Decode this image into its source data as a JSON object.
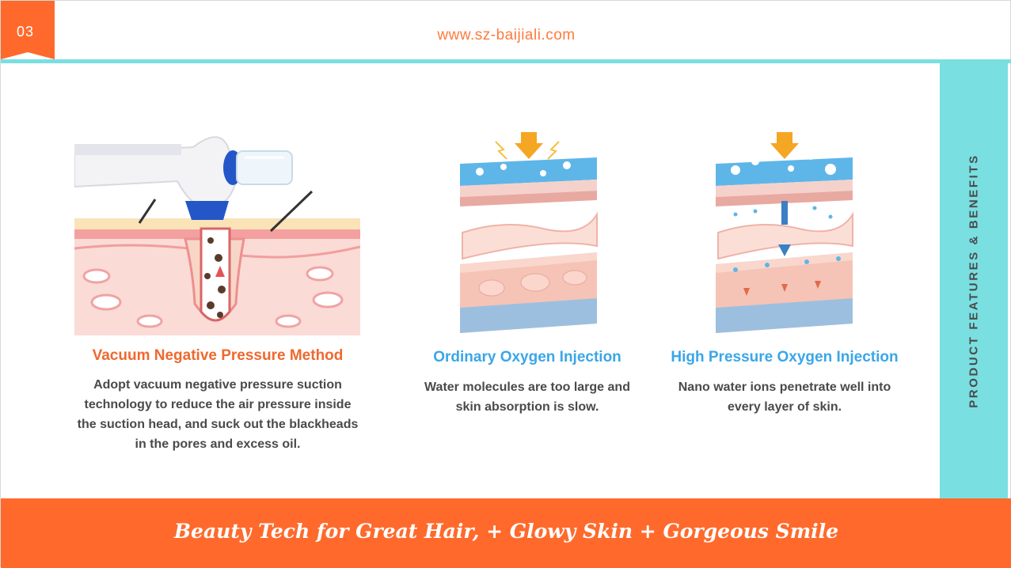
{
  "header": {
    "page_number": "03",
    "url": "www.sz-baijiali.com"
  },
  "side_panel": {
    "label": "PRODUCT FEATURES & BENEFITS"
  },
  "features": [
    {
      "title": "Vacuum Negative Pressure Method",
      "description": "Adopt vacuum negative pressure suction technology to reduce the air pressure inside the suction head, and suck out the blackheads in the pores and excess oil."
    },
    {
      "title": "Ordinary Oxygen Injection",
      "description": "Water molecules are too large and skin absorption is slow."
    },
    {
      "title": "High Pressure Oxygen Injection",
      "description": "Nano water ions penetrate well into every layer of skin."
    }
  ],
  "footer": {
    "tagline": "Beauty Tech for Great Hair, + Glowy Skin + Gorgeous Smile"
  },
  "colors": {
    "accent_orange": "#ff6a2c",
    "accent_cyan": "#79dfe1",
    "title_blue": "#3aa6e8",
    "title_orange": "#f0682e",
    "body_text": "#4a4a4a"
  }
}
